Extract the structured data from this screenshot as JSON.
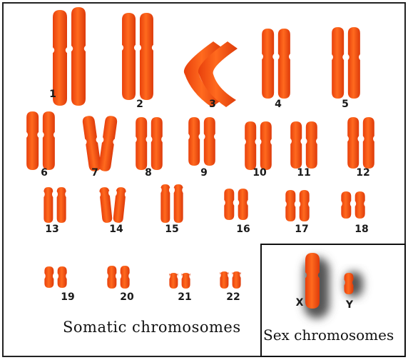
{
  "karyotype": {
    "colors": {
      "chromosome": "#ff5a14",
      "chromosome_dark": "#e03c0c",
      "centromere": "#c8320a",
      "sex_shadow": "#555555"
    },
    "autosomes": [
      {
        "label": "1"
      },
      {
        "label": "2"
      },
      {
        "label": "3"
      },
      {
        "label": "4"
      },
      {
        "label": "5"
      },
      {
        "label": "6"
      },
      {
        "label": "7"
      },
      {
        "label": "8"
      },
      {
        "label": "9"
      },
      {
        "label": "10"
      },
      {
        "label": "11"
      },
      {
        "label": "12"
      },
      {
        "label": "13"
      },
      {
        "label": "14"
      },
      {
        "label": "15"
      },
      {
        "label": "16"
      },
      {
        "label": "17"
      },
      {
        "label": "18"
      },
      {
        "label": "19"
      },
      {
        "label": "20"
      },
      {
        "label": "21"
      },
      {
        "label": "22"
      }
    ],
    "sex_chromosomes": [
      {
        "label": "X"
      },
      {
        "label": "Y"
      }
    ],
    "somatic_caption": "Somatic chromosomes",
    "sex_caption": "Sex chromosomes"
  }
}
